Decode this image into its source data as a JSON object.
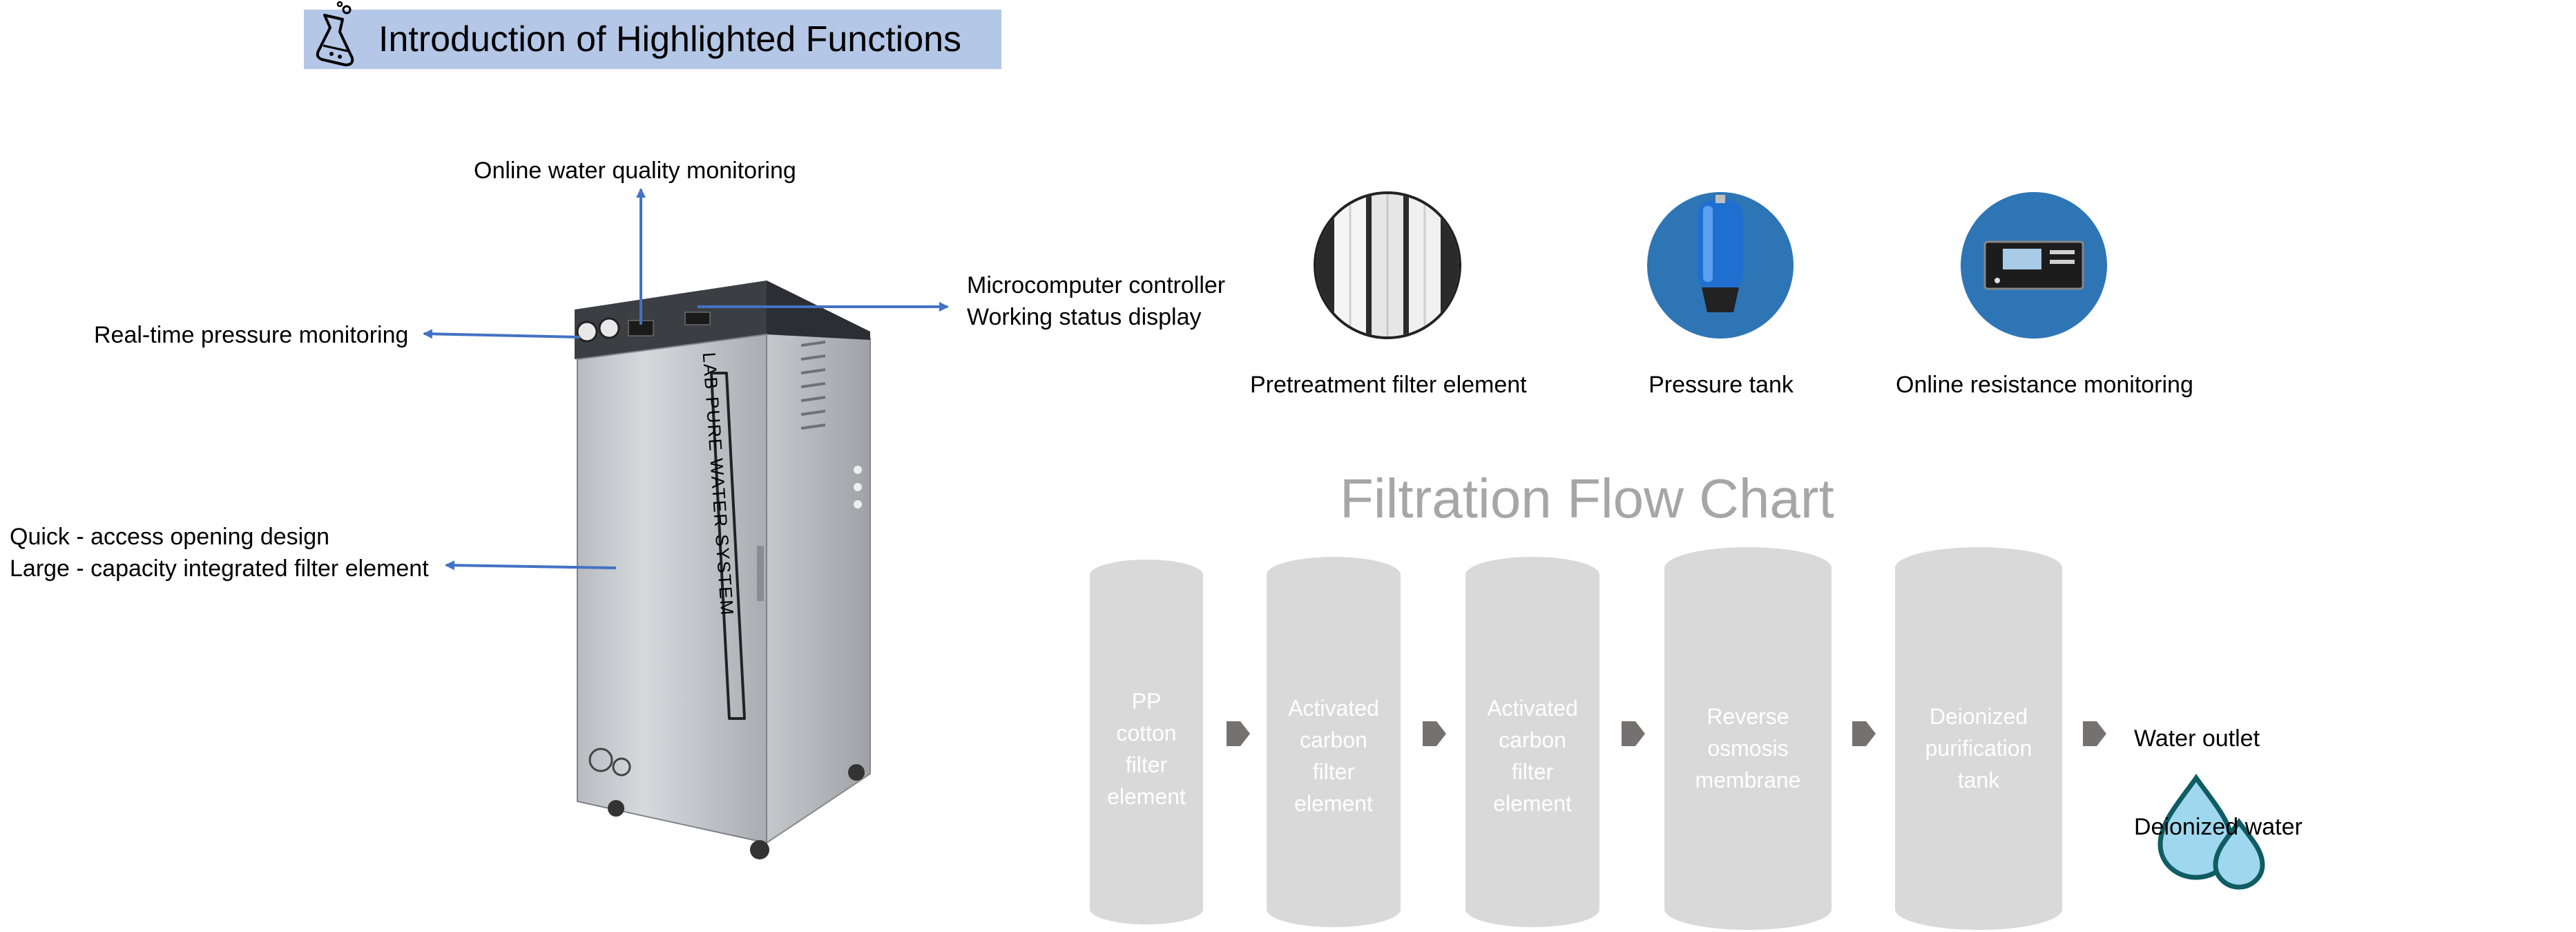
{
  "header": {
    "title": "Introduction of Highlighted Functions",
    "icon": "flask-icon",
    "bg_color": "#b4c7e7"
  },
  "machine": {
    "front_text": "LAB PURE WATER SYSTEM",
    "callouts": {
      "water_quality": "Online water quality monitoring",
      "controller_line1": "Microcomputer controller",
      "controller_line2": "Working status display",
      "pressure": "Real-time pressure monitoring",
      "access_line1": "Quick - access opening design",
      "access_line2": "Large - capacity integrated filter element"
    },
    "arrow_color": "#4472c4"
  },
  "components": [
    {
      "label": "Pretreatment filter element",
      "icon": "filter-cartridges-icon"
    },
    {
      "label": "Pressure tank",
      "icon": "pressure-tank-icon"
    },
    {
      "label": "Online resistance monitoring",
      "icon": "resistance-meter-icon"
    }
  ],
  "flow": {
    "title": "Filtration Flow Chart",
    "stages": [
      {
        "lines": [
          "PP",
          "cotton",
          "filter",
          "element"
        ]
      },
      {
        "lines": [
          "Activated",
          "carbon",
          "filter",
          "element"
        ]
      },
      {
        "lines": [
          "Activated",
          "carbon",
          "filter",
          "element"
        ]
      },
      {
        "lines": [
          "Reverse",
          "osmosis",
          "membrane"
        ]
      },
      {
        "lines": [
          "Deionized",
          "purification",
          "tank"
        ]
      }
    ],
    "outlet": "Water outlet",
    "product": "Deionized water",
    "cylinder_color": "#d9d9d9",
    "arrow_color": "#767171",
    "drop_color": "#9fd8ee"
  }
}
